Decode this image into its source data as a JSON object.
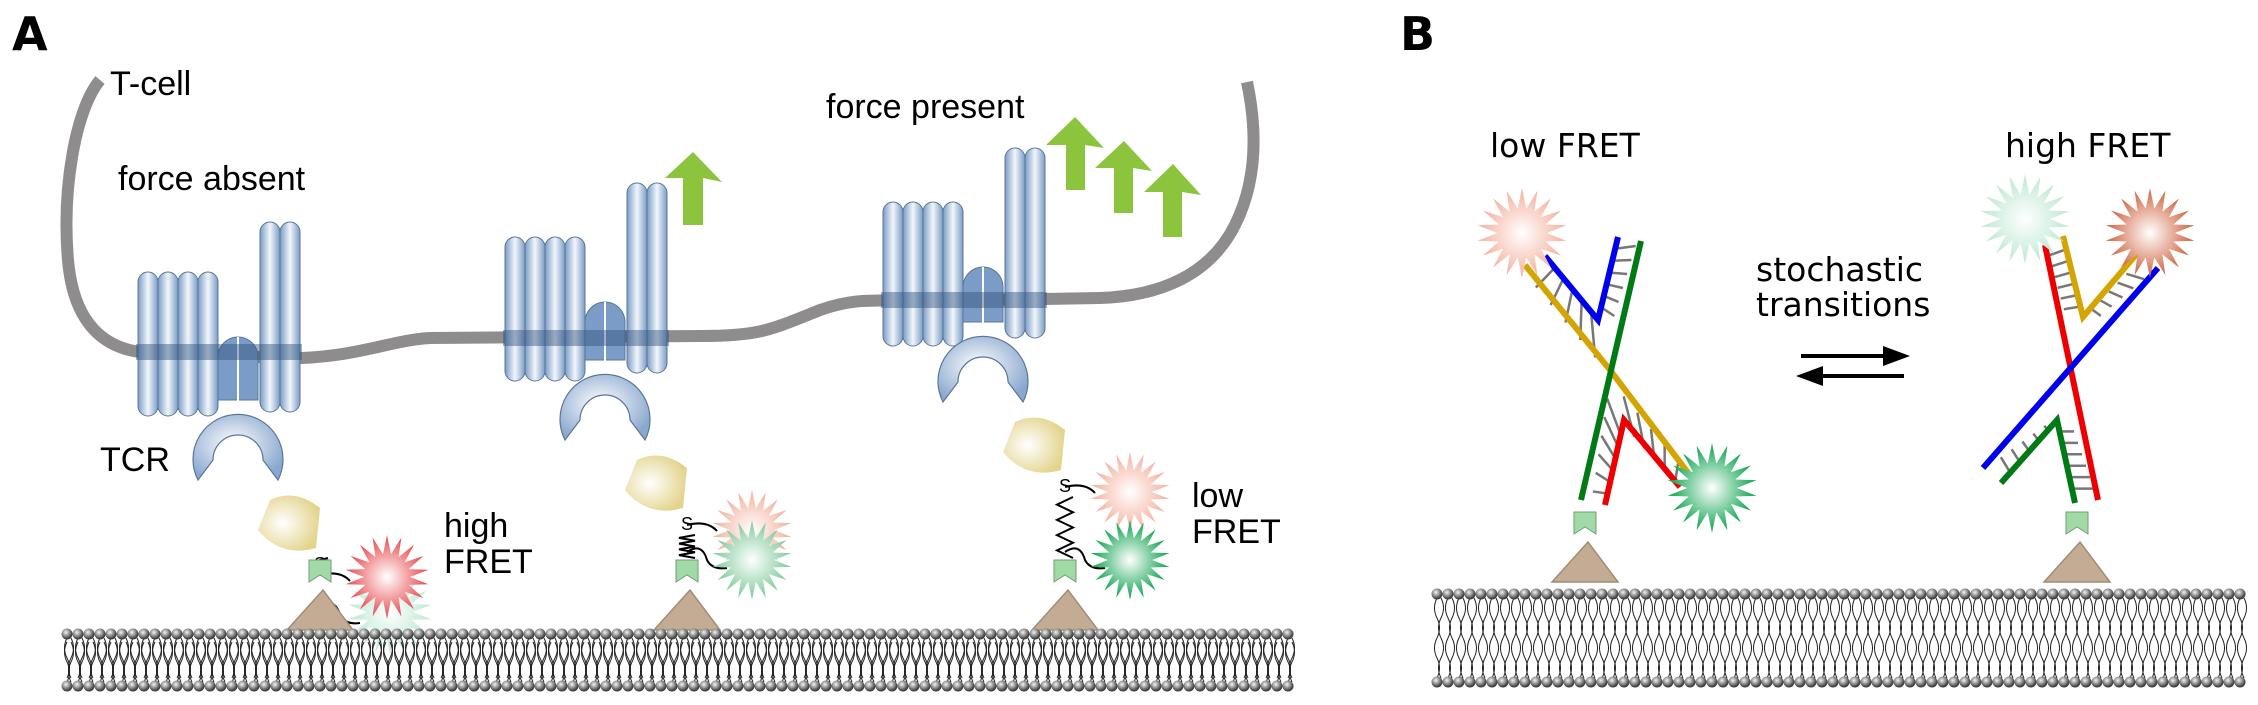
{
  "figure": {
    "panel_a": {
      "label": "A",
      "cell_label": "T-cell",
      "tcr_label": "TCR",
      "states": [
        {
          "condition": "force absent",
          "fret": [
            "high",
            "FRET"
          ],
          "force_arrows": 0
        },
        {
          "condition": "",
          "fret": [
            "",
            ""
          ],
          "force_arrows": 1
        },
        {
          "condition": "force present",
          "fret": [
            "low",
            "FRET"
          ],
          "force_arrows": 3
        }
      ]
    },
    "panel_b": {
      "label": "B",
      "left_state": "low FRET",
      "right_state": "high FRET",
      "transition_label": [
        "stochastic",
        "transitions"
      ]
    },
    "colors": {
      "membrane_line": "#8e8c8d",
      "cd3_blue": "#7a9cc6",
      "force_arrow_green": "#8cc43e",
      "ligand_yellow": "#e3d48c",
      "anchor_brown": "#c4ab93",
      "biotin_green": "#a0dba6",
      "acceptor_red": "#e8474b",
      "donor_green": "#0aa24d",
      "strand_yellow": "#d4a400",
      "strand_blue": "#0000ee",
      "strand_green": "#007a14",
      "strand_red": "#ee0000"
    }
  }
}
